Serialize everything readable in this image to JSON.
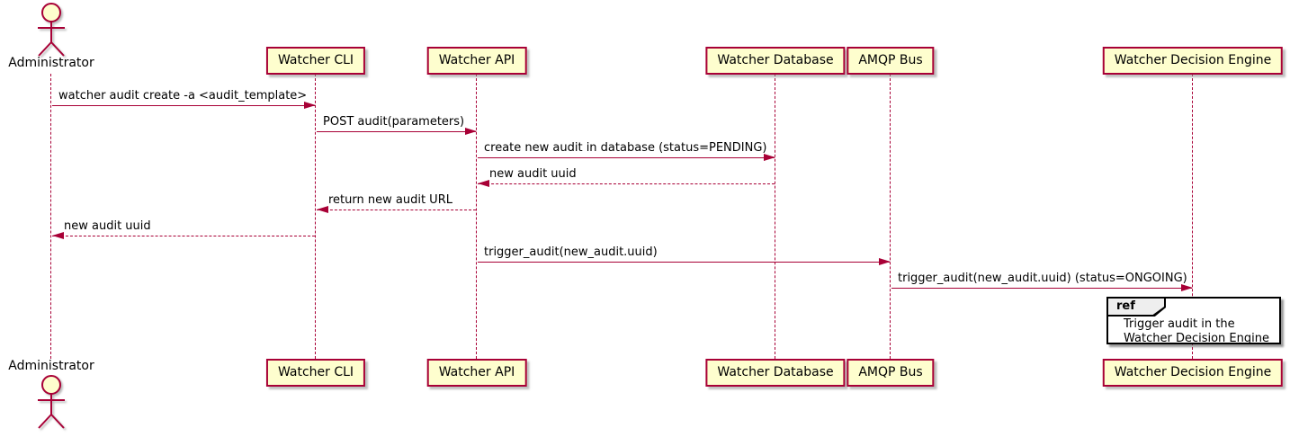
{
  "colors": {
    "participant_fill": "#FEFECE",
    "participant_border": "#A80036",
    "lifeline": "#A80036",
    "arrow": "#A80036",
    "text": "#000000",
    "ref_border": "#000000",
    "ref_label_fill": "#EEEEEE",
    "background": "#FFFFFF"
  },
  "participants": [
    {
      "id": "administrator",
      "name": "Administrator",
      "kind": "actor",
      "icon": "stick-figure-icon"
    },
    {
      "id": "watcher-cli",
      "name": "Watcher CLI",
      "kind": "participant"
    },
    {
      "id": "watcher-api",
      "name": "Watcher API",
      "kind": "participant"
    },
    {
      "id": "watcher-database",
      "name": "Watcher Database",
      "kind": "participant"
    },
    {
      "id": "amqp-bus",
      "name": "AMQP Bus",
      "kind": "participant"
    },
    {
      "id": "watcher-decision-engine",
      "name": "Watcher Decision Engine",
      "kind": "participant"
    }
  ],
  "messages": [
    {
      "from": 0,
      "to": 1,
      "text": "watcher audit create -a <audit_template>",
      "line": "solid"
    },
    {
      "from": 1,
      "to": 2,
      "text": "POST audit(parameters)",
      "line": "solid"
    },
    {
      "from": 2,
      "to": 3,
      "text": "create new audit in database (status=PENDING)",
      "line": "solid"
    },
    {
      "from": 3,
      "to": 2,
      "text": "new audit uuid",
      "line": "dashed"
    },
    {
      "from": 2,
      "to": 1,
      "text": "return new audit URL",
      "line": "dashed"
    },
    {
      "from": 1,
      "to": 0,
      "text": "new audit uuid",
      "line": "dashed"
    },
    {
      "from": 2,
      "to": 4,
      "text": "trigger_audit(new_audit.uuid)",
      "line": "solid"
    },
    {
      "from": 4,
      "to": 5,
      "text": "trigger_audit(new_audit.uuid) (status=ONGOING)",
      "line": "solid"
    }
  ],
  "ref_fragment": {
    "label": "ref",
    "lines": [
      "Trigger audit in the",
      "Watcher Decision Engine"
    ]
  }
}
